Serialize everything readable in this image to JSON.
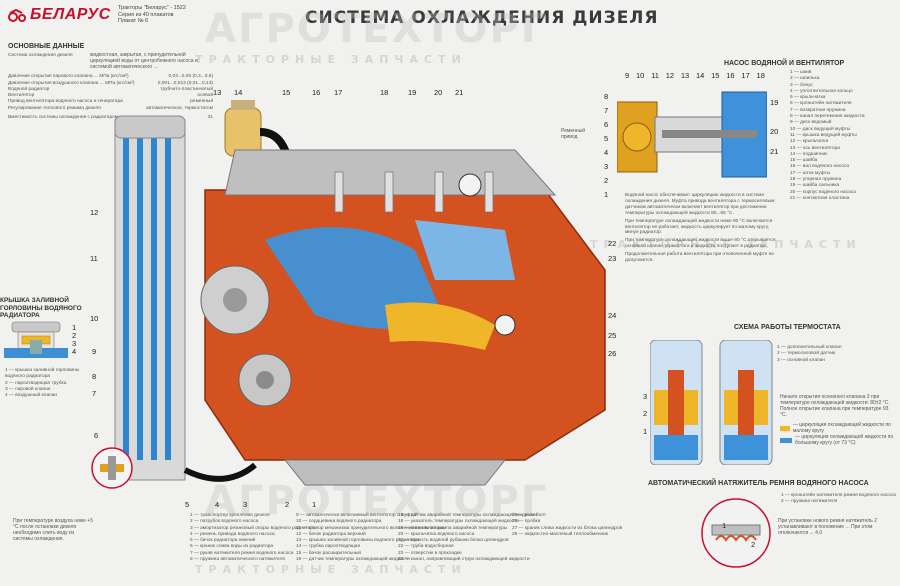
{
  "header": {
    "brand": "БЕЛАРУС",
    "info_lines": [
      "Тракторы \"Беларус\" - 1522",
      "Серия из 40 плакатов",
      "Плакат № 6"
    ],
    "title": "СИСТЕМА ОХЛАЖДЕНИЯ ДИЗЕЛЯ"
  },
  "watermarks": {
    "big": "АГРОТЕХТОРГ",
    "small": "ТРАКТОРНЫЕ ЗАПЧАСТИ"
  },
  "basic_data": {
    "title": "ОСНОВНЫЕ ДАННЫЕ",
    "rows": [
      {
        "label": "Система охлаждения дизеля",
        "value": "жидкостная, закрытая, с принудительной циркуляцией воды от центробежного насоса и системой автоматического ..."
      },
      {
        "label": "Давление открытия парового клапана ... МПа (кгс/см²)",
        "value": "0,03...0,05 (0,3...0,5)"
      },
      {
        "label": "Давление открытия воздушного клапана ... МПа (кгс/см²)",
        "value": "0,001...0,013 (0,01...0,13)"
      },
      {
        "label": "Водяной радиатор",
        "value": "трубчато-пластинчатый"
      },
      {
        "label": "Вентилятор",
        "value": "осевой"
      },
      {
        "label": "Привод вентилятора водяного насоса и генератора",
        "value": "ременный"
      },
      {
        "label": "Регулирование теплового режима дизеля",
        "value": "автоматическое, термостатом"
      },
      {
        "label": "Вместимость системы охлаждения с радиатором, л",
        "value": "31"
      }
    ]
  },
  "radiator_cap": {
    "title": "КРЫШКА ЗАЛИВНОЙ ГОРЛОВИНЫ ВОДЯНОГО РАДИАТОРА",
    "items": [
      "1 — крышка заливной горловины водяного радиатора",
      "2 — пароотводящая трубка",
      "3 — паровой клапан",
      "4 — воздушный клапан"
    ],
    "callouts": [
      "1",
      "2",
      "3",
      "4"
    ]
  },
  "pump_fan": {
    "title": "НАСОС ВОДЯНОЙ И ВЕНТИЛЯТОР",
    "top_callouts": [
      "9",
      "10",
      "11",
      "12",
      "13",
      "14",
      "15",
      "16",
      "17",
      "18"
    ],
    "left_callouts": [
      "8",
      "7",
      "6",
      "5",
      "4",
      "3",
      "2",
      "1"
    ],
    "right_callouts": [
      "19",
      "20",
      "21"
    ],
    "side_label": "Ременный привод",
    "items": [
      "1 — шкив",
      "2 — шпилька",
      "3 — бонус",
      "4 — уплотнительное кольцо",
      "5 — крыльчатка",
      "6 — кронштейн натяжителя",
      "7 — возвратная пружина",
      "8 — канал перетекания жидкости",
      "9 — диск ведомый",
      "10 — диск ведущий муфты",
      "11 — крышка ведущей муфты",
      "12 — крыльчатка",
      "13 — ось вентилятора",
      "14 — подшипник",
      "15 — шайба",
      "16 — вал водяного насоса",
      "17 — шток муфты",
      "18 — упорная пружина",
      "19 — шайба сальника",
      "20 — корпус водяного насоса",
      "21 — контактная пластина"
    ]
  },
  "description": {
    "paragraphs": [
      "Водяной насос обеспечивает циркуляцию жидкости в системе охлаждения дизеля. Муфта привода вентилятора с термосиловым датчиком автоматически включает вентилятор при достижении температуры охлаждающей жидкости 80...85 °С.",
      "При температуре охлаждающей жидкости ниже 80 °С включается вентилятор не работает, жидкость циркулирует по малому кругу, минуя радиатор.",
      "При температуре охлаждающей жидкости выше 80 °С открывается основной клапан термостата и жидкость поступает в радиатор.",
      "Продолжительная работа вентилятора при отключенной муфте не допускается."
    ]
  },
  "thermostat": {
    "title": "СХЕМА РАБОТЫ ТЕРМОСТАТА",
    "items": [
      "1 — дополнительный клапан",
      "2 — термосиловой датчик",
      "3 — основной клапан"
    ],
    "callouts": [
      "3",
      "2",
      "1"
    ],
    "notes": [
      "Начало открытия основного клапана 3 при температуре охлаждающей жидкости: 80±2 °С.",
      "Полное открытие клапана при температуре 93 °С."
    ],
    "legend_small": "— циркуляция охлаждающей жидкости по малому кругу",
    "legend_big": "— циркуляция охлаждающей жидкости по большому кругу (от 73 °С)"
  },
  "tensioner": {
    "title": "АВТОМАТИЧЕСКИЙ НАТЯЖИТЕЛЬ РЕМНЯ ВОДЯНОГО НАСОСА",
    "items": [
      "1 — кронштейн натяжителя ремня водяного насоса",
      "2 — пружина натяжителя"
    ],
    "callouts": [
      "1",
      "2"
    ],
    "note": "При установке нового ремня натяжитель 2 устанавливают в положение ... При этом отключаются ... 4,0"
  },
  "engine_callouts": {
    "top": [
      "13",
      "14",
      "15",
      "16",
      "17",
      "18",
      "19",
      "20",
      "21"
    ],
    "left": [
      "12",
      "11",
      "10",
      "9",
      "8",
      "7",
      "6"
    ],
    "right": [
      "22",
      "23",
      "24",
      "25",
      "26"
    ],
    "bottom": [
      "5",
      "4",
      "3",
      "2",
      "1"
    ]
  },
  "bottom_note": "При температуре воздуха ниже +5 °С после остановки дизеля необходимо слить воду из системы охлаждения.",
  "main_legend": {
    "col1": [
      "1 — транспортер крепления дизеля",
      "2 — патрубок водяного насоса",
      "3 — амортизатор резиновый опоры водяного радиатора",
      "4 — ремень привода водяного насоса",
      "5 — бачок радиатора нижний",
      "6 — краник слива воды из радиатора",
      "7 — рукав натяжителя ремня водяного насоса",
      "8 — пружина автоматического натяжителя"
    ],
    "col2": [
      "9 — автоматически включаемый вентилятор с муфтой",
      "10 — сердцевина водяного радиатора",
      "11 — стопор механизма принудительного включения вентилятора",
      "12 — бачок радиатора верхний",
      "13 — крышка заливной горловины водяного радиатора",
      "14 — трубка пароотводящая",
      "15 — бачок расширительный",
      "16 — датчик температуры охлаждающей жидкости"
    ],
    "col3": [
      "17 — датчик аварийной температуры охлаждающей жидкости",
      "18 — указатель температуры охлаждающей жидкости",
      "19 — сигнальная лампа аварийной температуры",
      "20 — крыльчатка водяного насоса",
      "21 — полость водяной рубашки блока цилиндров",
      "22 — труба водосборная",
      "23 — отверстие в прокладке",
      "24 — канал, направляющий струи охлаждающей жидкости"
    ],
    "col4": [
      "25 — рым-болт",
      "26 — пробка",
      "27 — краник слива жидкости из блока цилиндров",
      "28 — жидкостно-масляный теплообменник"
    ]
  },
  "colors": {
    "brand_red": "#c8102e",
    "engine_red": "#d4521f",
    "coolant_blue": "#2f86d0",
    "coolant_yellow": "#f0b62a"
  }
}
